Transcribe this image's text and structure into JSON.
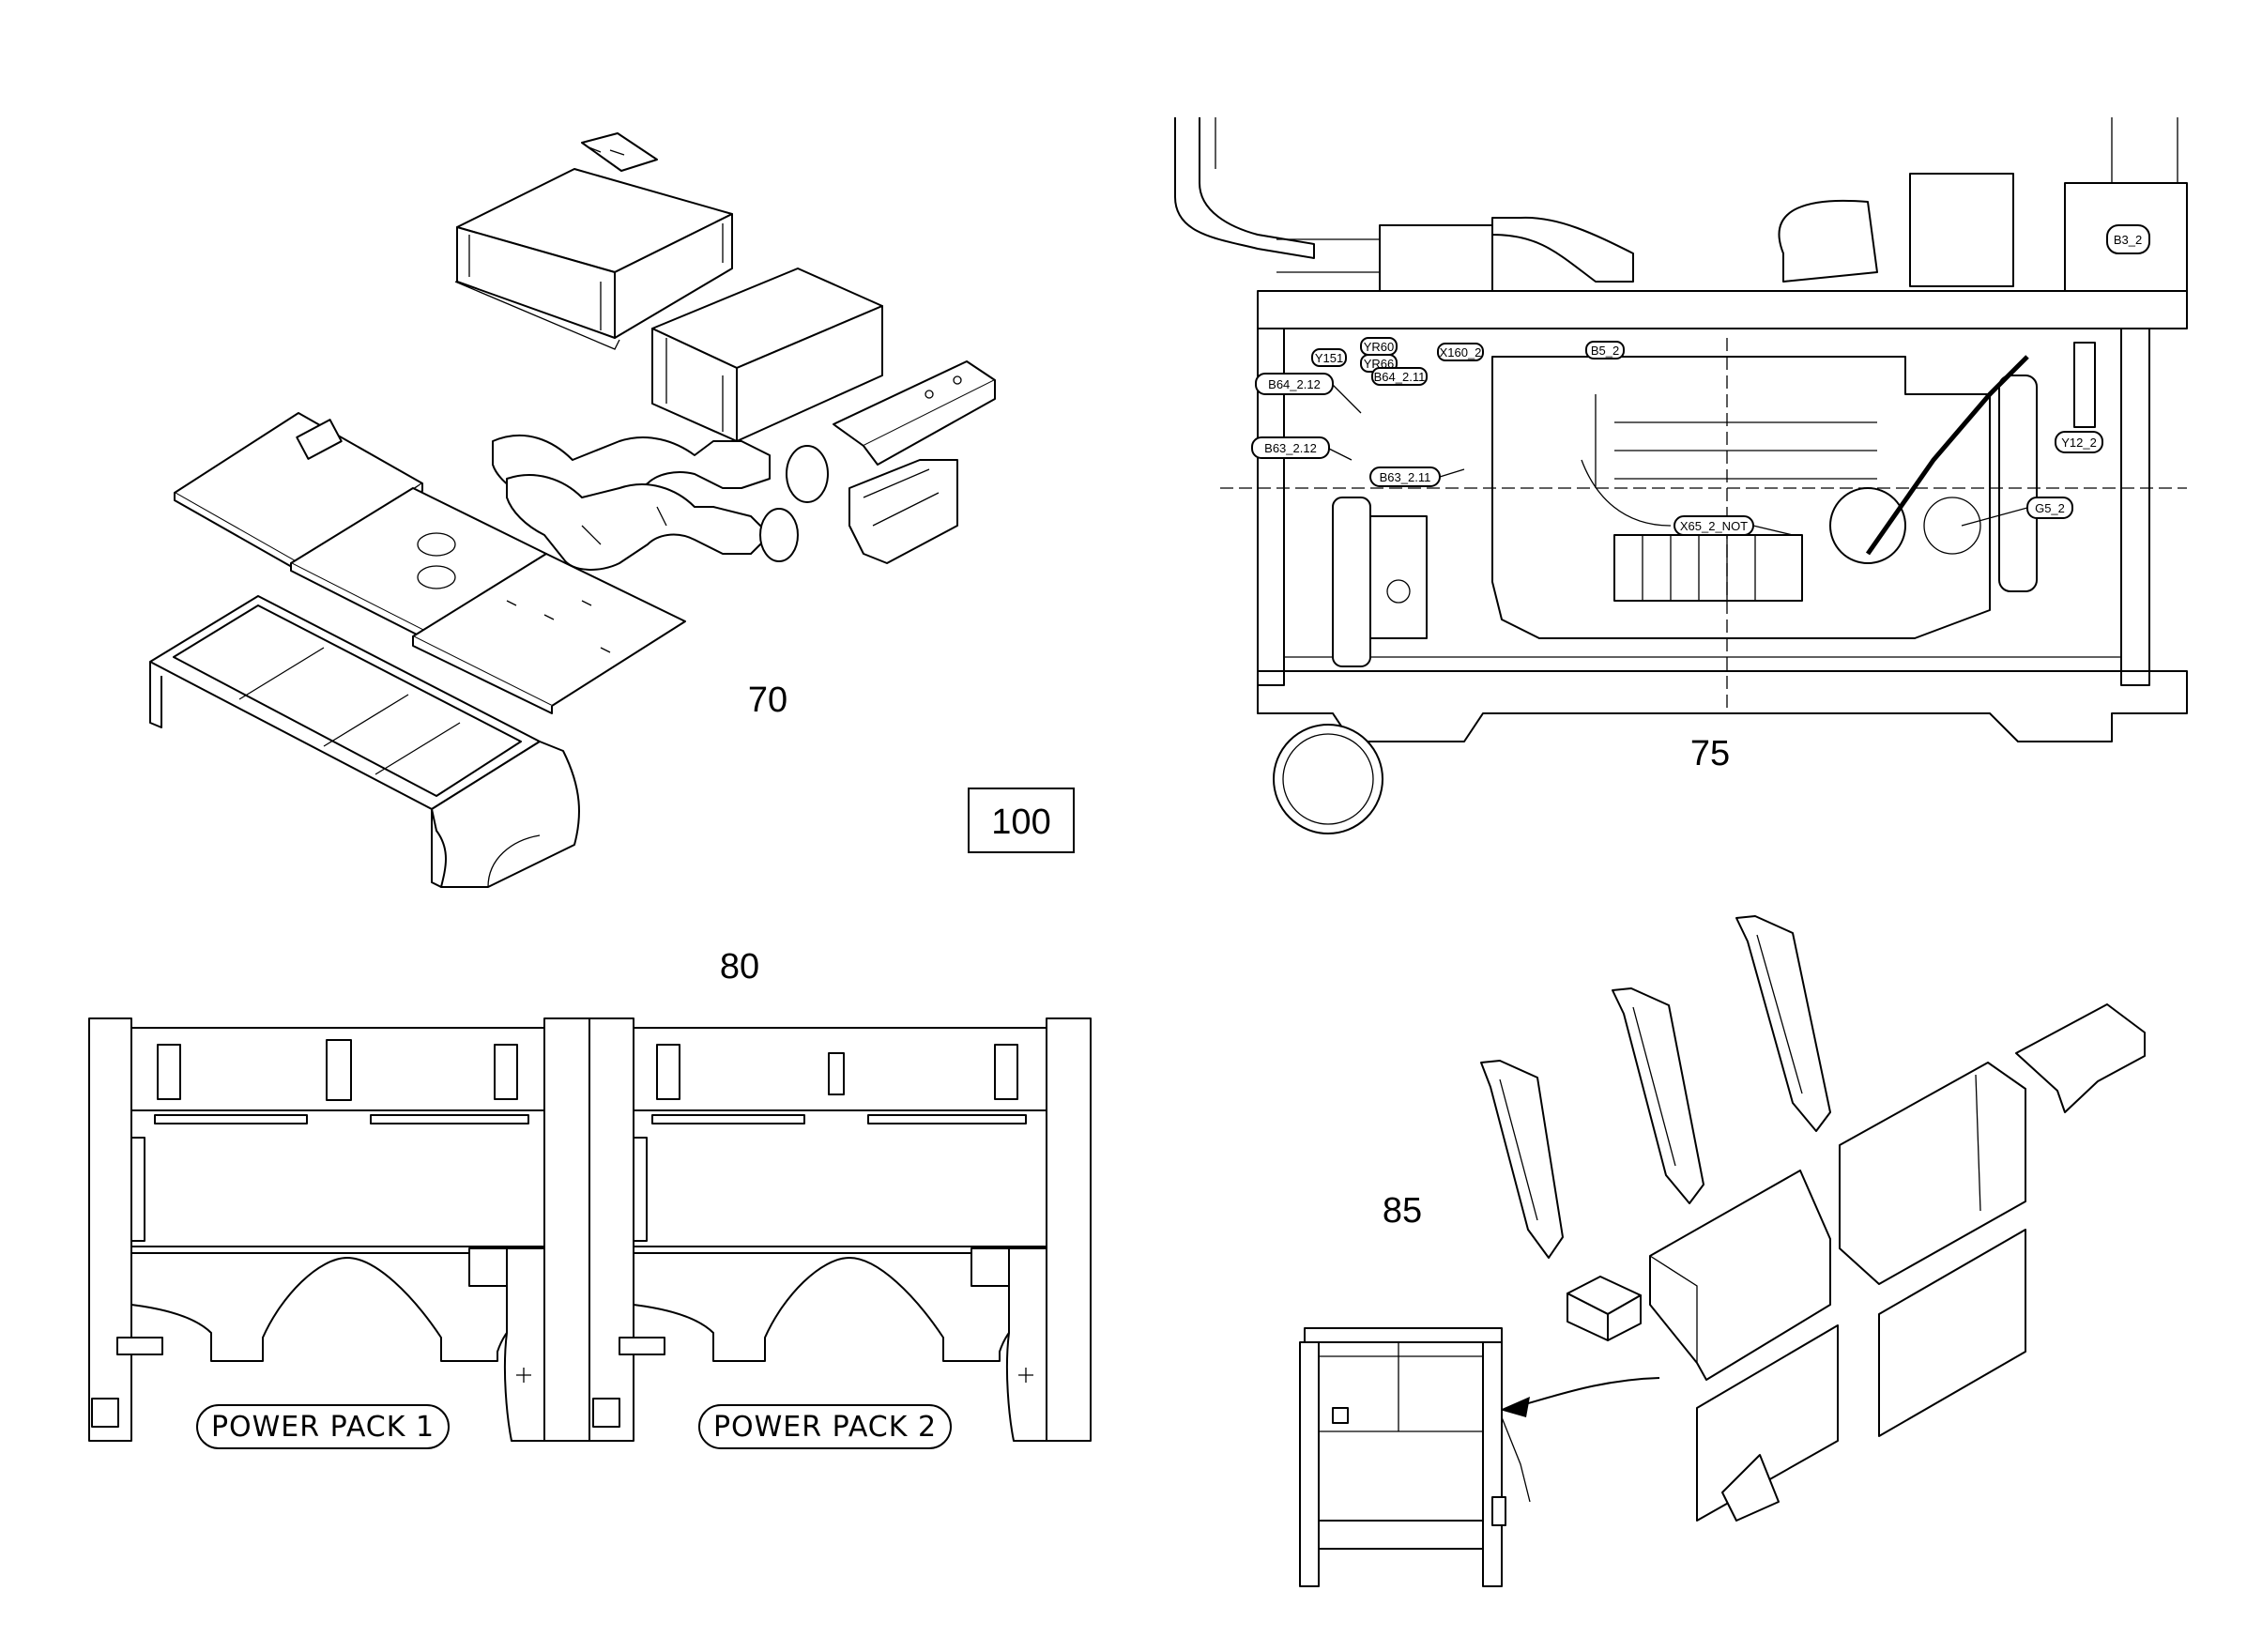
{
  "sheet": {
    "page_ref": "100"
  },
  "views": {
    "v70": {
      "number": "70"
    },
    "v75": {
      "number": "75",
      "tags": [
        "B3_2",
        "Y151",
        "YR60",
        "YR66",
        "X160_2",
        "B5_2",
        "B64_2.12",
        "B64_2.11",
        "B63_2.12",
        "B63_2.11",
        "X65_2_NOT",
        "G5_2",
        "Y12_2"
      ]
    },
    "v80": {
      "number": "80",
      "labels": [
        "POWER PACK 1",
        "POWER PACK 2"
      ]
    },
    "v85": {
      "number": "85"
    }
  }
}
